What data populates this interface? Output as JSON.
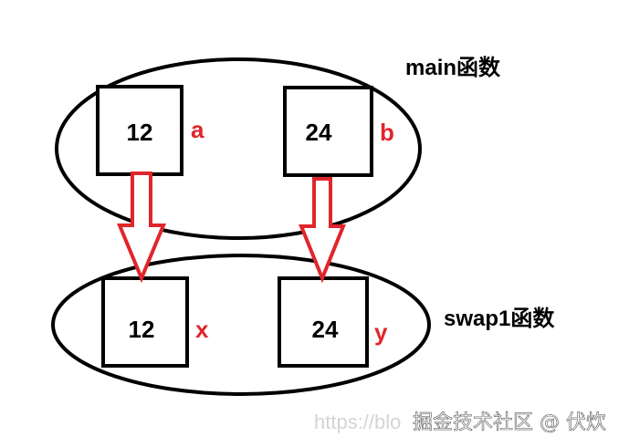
{
  "colors": {
    "outline": "#000000",
    "accent": "#e0262b",
    "background": "#ffffff",
    "watermark_url": "#d4d4d4"
  },
  "scopes": {
    "main": {
      "label": "main函数",
      "vars": [
        {
          "value": "12",
          "name": "a"
        },
        {
          "value": "24",
          "name": "b"
        }
      ]
    },
    "swap1": {
      "label": "swap1函数",
      "vars": [
        {
          "value": "12",
          "name": "x"
        },
        {
          "value": "24",
          "name": "y"
        }
      ]
    }
  },
  "arrows": [
    {
      "from": "a",
      "to": "x"
    },
    {
      "from": "b",
      "to": "y"
    }
  ],
  "watermark": {
    "url_text": "https://blo",
    "site_text": "掘金技术社区 @ 伏炊"
  }
}
